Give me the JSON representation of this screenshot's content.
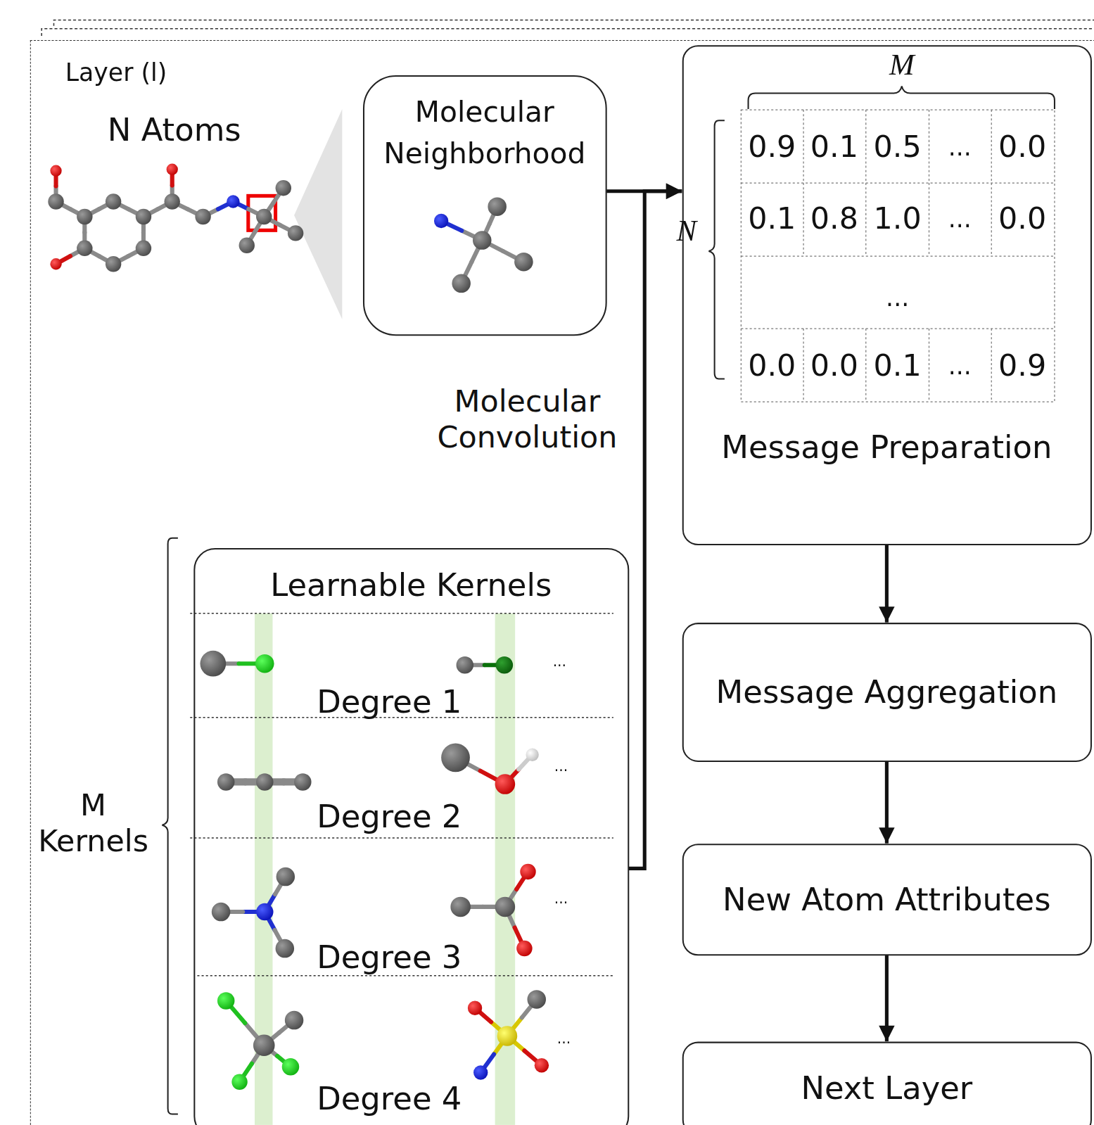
{
  "diagram": {
    "nodes": [
      {
        "text": [
          "Layer (l)"
        ]
      },
      {
        "text": [
          "Molecular Neighborhood"
        ],
        "in": 0
      },
      {
        "text": [
          "Message Preparation"
        ],
        "in": 0
      },
      {
        "text": [
          "Message Aggregation"
        ],
        "in": 0
      },
      {
        "text": [
          "New Atom Attributes"
        ],
        "in": 0
      },
      {
        "text": [
          "Next Layer"
        ],
        "in": 0
      },
      {
        "text": [
          "Learnable Kernels",
          "Degree 1",
          "Degree 2",
          "Degree 3",
          "Degree 4"
        ],
        "in": 0
      }
    ],
    "edges": [
      {
        "from": 1,
        "to": 2,
        "arrow": "to"
      },
      {
        "from": 6,
        "to": 2,
        "arrow": "to",
        "label": "Molecular Convolution"
      },
      {
        "from": 2,
        "to": 3,
        "arrow": "to"
      },
      {
        "from": 3,
        "to": 4,
        "arrow": "to"
      },
      {
        "from": 4,
        "to": 5,
        "arrow": "to"
      }
    ],
    "labels": [
      "N Atoms",
      "M",
      "N",
      "0.9",
      "0.1",
      "0.5",
      "...",
      "0.0",
      "0.1",
      "0.8",
      "1.0",
      "...",
      "0.0",
      "...",
      "0.0",
      "0.0",
      "0.1",
      "...",
      "0.9",
      "M Kernels",
      "...",
      "...",
      "...",
      "..."
    ]
  }
}
